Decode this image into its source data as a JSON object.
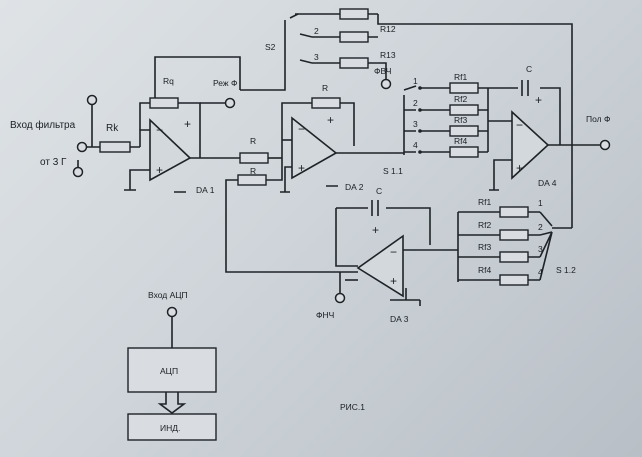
{
  "labels": {
    "filter_input": "Вход фильтра",
    "from_generator": "от 3 Г",
    "rk": "Rk",
    "rq": "Rq",
    "mode_f": "Реж Ф",
    "r1": "R",
    "r2": "R",
    "r3": "R",
    "da1": "DA 1",
    "da2": "DA 2",
    "da3": "DA 3",
    "da4": "DA 4",
    "fvch": "ФВЧ",
    "fnch": "ФНЧ",
    "pol_f": "Пол Ф",
    "s2": "S2",
    "r12": "R12",
    "r13": "R13",
    "s2_pos2": "2",
    "s2_pos3": "3",
    "c_top": "C",
    "c_bottom": "C",
    "s11": "S 1.1",
    "s12": "S 1.2",
    "adc_input": "Вход АЦП",
    "adc": "АЦП",
    "ind": "ИНД.",
    "caption": "РИС.1"
  },
  "switch_s11": [
    {
      "pos": "1",
      "res": "Rf1"
    },
    {
      "pos": "2",
      "res": "Rf2"
    },
    {
      "pos": "3",
      "res": "Rf3"
    },
    {
      "pos": "4",
      "res": "Rf4"
    }
  ],
  "switch_s12": [
    {
      "pos": "1",
      "res": "Rf1"
    },
    {
      "pos": "2",
      "res": "Rf2"
    },
    {
      "pos": "3",
      "res": "Rf3"
    },
    {
      "pos": "4",
      "res": "Rf4"
    }
  ],
  "opamp_signs": {
    "plus": "+",
    "minus": "−"
  }
}
